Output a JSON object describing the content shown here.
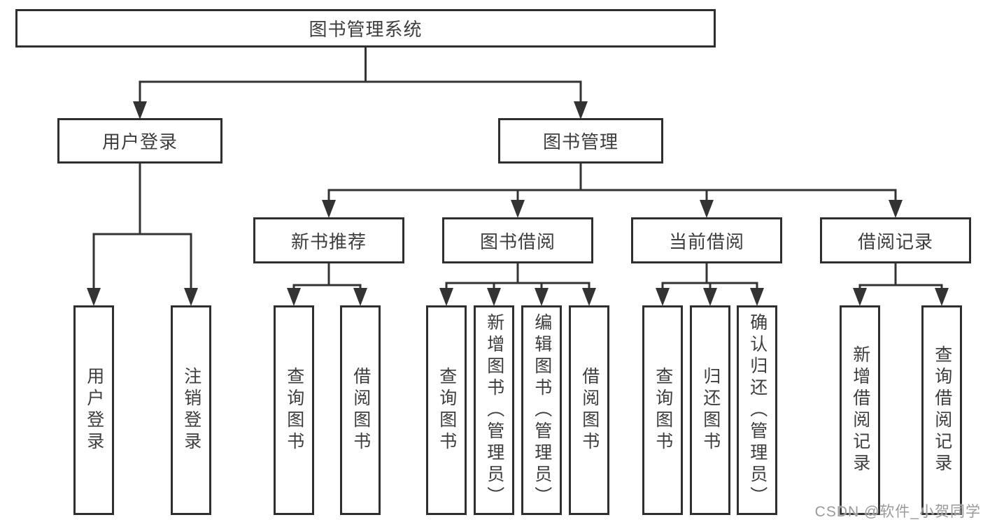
{
  "diagram": {
    "root": {
      "label": "图书管理系统"
    },
    "level2": [
      {
        "id": "user-login",
        "label": "用户登录"
      },
      {
        "id": "book-management",
        "label": "图书管理"
      }
    ],
    "level3": [
      {
        "id": "new-book-recommend",
        "label": "新书推荐"
      },
      {
        "id": "book-borrowing",
        "label": "图书借阅"
      },
      {
        "id": "current-borrowing",
        "label": "当前借阅"
      },
      {
        "id": "borrowing-records",
        "label": "借阅记录"
      }
    ],
    "leaves": [
      {
        "parent": "user-login",
        "label": "用户登录"
      },
      {
        "parent": "user-login",
        "label": "注销登录"
      },
      {
        "parent": "new-book-recommend",
        "label": "查询图书"
      },
      {
        "parent": "new-book-recommend",
        "label": "借阅图书"
      },
      {
        "parent": "book-borrowing",
        "label": "查询图书"
      },
      {
        "parent": "book-borrowing",
        "label": "新增图书（管理员）"
      },
      {
        "parent": "book-borrowing",
        "label": "编辑图书（管理员）"
      },
      {
        "parent": "book-borrowing",
        "label": "借阅图书"
      },
      {
        "parent": "current-borrowing",
        "label": "查询图书"
      },
      {
        "parent": "current-borrowing",
        "label": "归还图书"
      },
      {
        "parent": "current-borrowing",
        "label": "确认归还（管理员）"
      },
      {
        "parent": "borrowing-records",
        "label": "新增借阅记录"
      },
      {
        "parent": "borrowing-records",
        "label": "查询借阅记录"
      }
    ]
  },
  "watermark": {
    "text": "CSDN @软件_小贺同学"
  },
  "colors": {
    "line": "#333333",
    "border": "#2f2f2f",
    "text": "#3d3d3d",
    "background": "#ffffff",
    "watermark": "#9a9a9a"
  }
}
